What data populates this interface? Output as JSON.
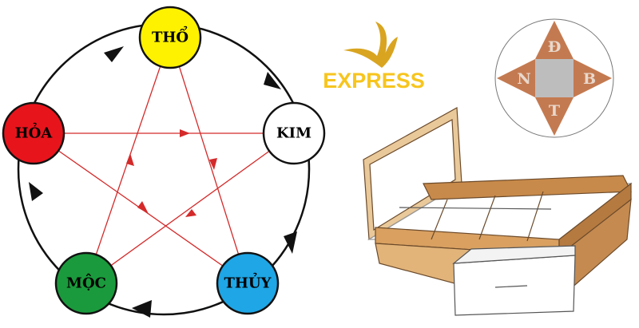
{
  "elements": [
    {
      "label": "THỔ",
      "color": "#fff200"
    },
    {
      "label": "KIM",
      "color": "#ffffff"
    },
    {
      "label": "THỦY",
      "color": "#1ea6e6"
    },
    {
      "label": "MỘC",
      "color": "#1a9a3c"
    },
    {
      "label": "HỎA",
      "color": "#e8141c"
    }
  ],
  "logo": {
    "text": "EXPRESS",
    "color": "#f7c51e"
  },
  "compass": {
    "north": "Đ",
    "west": "N",
    "east": "B",
    "south": "T",
    "color": "#c47a50"
  },
  "colors": {
    "generating_arrow": "#111111",
    "controlling_arrow": "#d42a2a"
  }
}
